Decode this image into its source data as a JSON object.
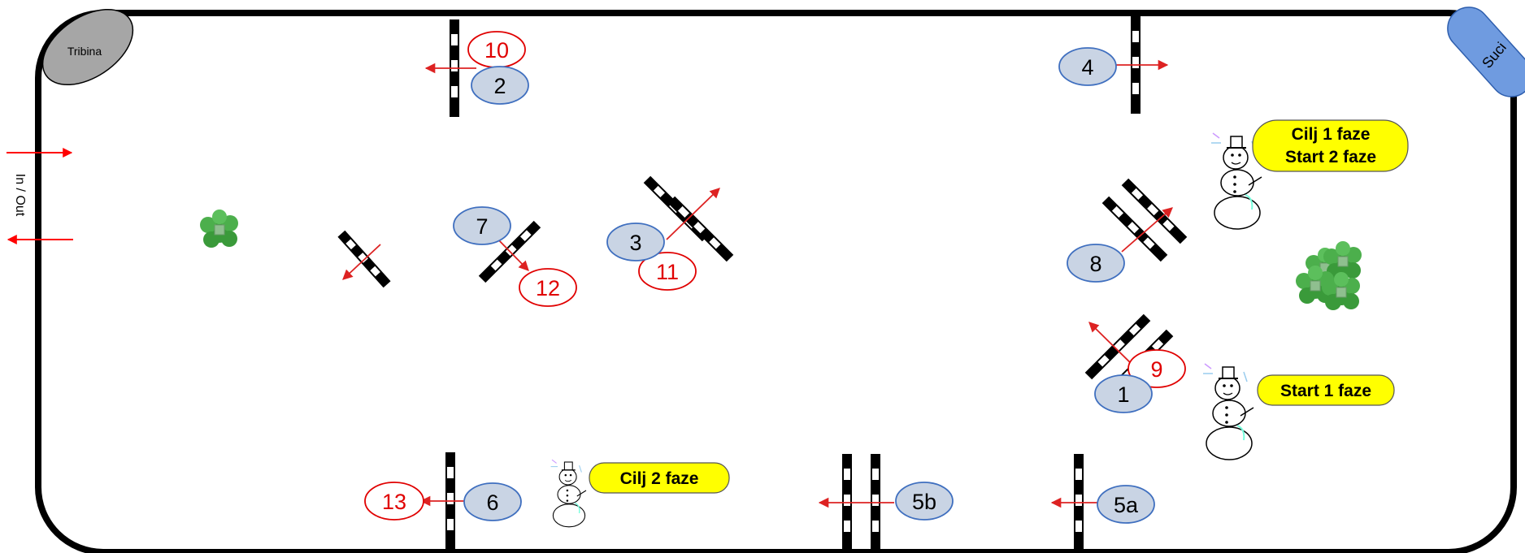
{
  "arena": {
    "stand_label": "Tribina",
    "judges_label": "Suci",
    "entrance_label": "In / Out",
    "colors": {
      "border": "#000000",
      "blue_marker_fill": "#c9d4e4",
      "blue_marker_stroke": "#3f6fbf",
      "red_marker_stroke": "#e00000",
      "arrow": "#dd2222",
      "callout_fill": "#ffff00",
      "bush": "#3a9a3a"
    }
  },
  "obstacles_blue": [
    "1",
    "2",
    "3",
    "4",
    "5a",
    "5b",
    "6",
    "7",
    "8"
  ],
  "obstacles_red": [
    "9",
    "10",
    "11",
    "12",
    "13"
  ],
  "callouts": {
    "phase1_finish": "Cilj 1 faze",
    "phase2_start": "Start 2 faze",
    "phase1_start": "Start 1 faze",
    "phase2_finish": "Cilj 2 faze"
  },
  "icons": [
    "snowman-icon",
    "bush-icon",
    "arrow-icon",
    "fence-icon"
  ]
}
